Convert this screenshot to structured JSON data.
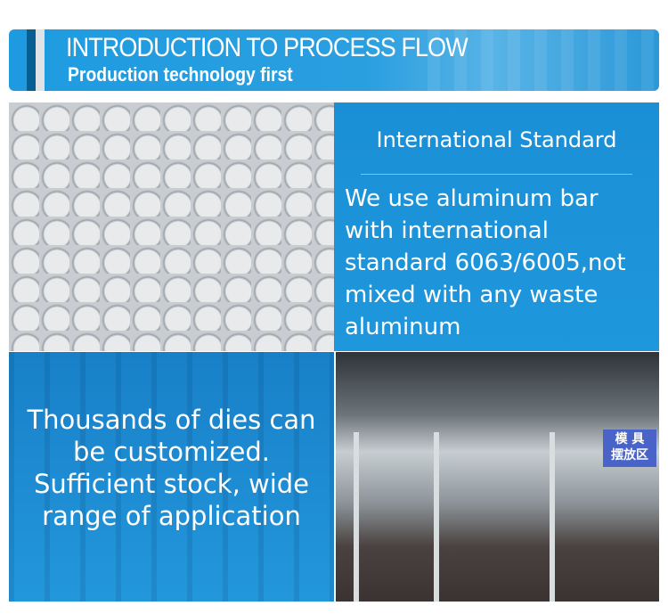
{
  "header": {
    "title": "INTRODUCTION TO PROCESS FLOW",
    "subtitle": "Production technology first"
  },
  "standard": {
    "heading": "International Standard",
    "text": "We use aluminum bar with international standard 6063/6005,not mixed with any waste aluminum"
  },
  "dies": {
    "text": "Thousands of dies can be customized. Sufficient stock, wide range of application"
  },
  "factory_sign": {
    "line1": "模 具",
    "line2": "摆放区"
  },
  "colors": {
    "accent": "#1e9be0",
    "dark_bar": "#075e93",
    "sign": "#4a63c9"
  }
}
